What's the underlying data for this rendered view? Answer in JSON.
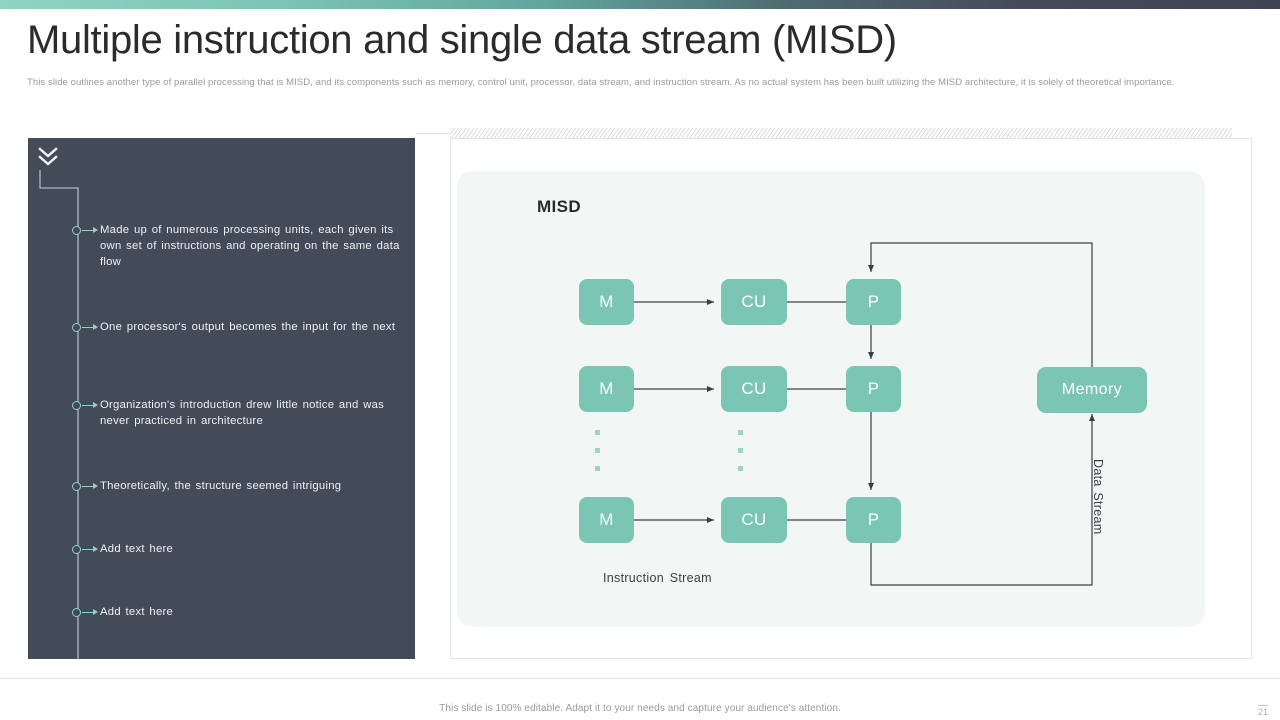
{
  "theme": {
    "accent_teal": "#7ac5b4",
    "accent_light_teal": "#8fd3c4",
    "panel_dark": "#434a58",
    "card_bg": "#f2f7f5",
    "text_dark": "#2b2b2b",
    "text_muted": "#9a9a9a"
  },
  "header": {
    "title": "Multiple instruction and single data stream (MISD)",
    "subtitle": "This slide outlines another type of parallel processing that is MISD,  and its components such as memory, control unit, processor, data stream, and instruction stream. As no actual system has been built utilizing the MISD architecture, it is solely of theoretical importance."
  },
  "sidebar": {
    "collapse_icon": "chevron-double-down-icon",
    "bullets": [
      {
        "text": "Made up of numerous processing units, each given its own set of instructions and operating on the same data flow"
      },
      {
        "text": "One processor's output becomes the input for the next"
      },
      {
        "text": "Organization's introduction drew little notice and was never practiced in architecture"
      },
      {
        "text": "Theoretically, the structure seemed intriguing"
      },
      {
        "text": "Add text here"
      },
      {
        "text": "Add text here"
      }
    ]
  },
  "diagram": {
    "title": "MISD",
    "memory_label": "Memory",
    "instruction_stream_label": "Instruction  Stream",
    "data_stream_label": "Data Stream",
    "rows": [
      {
        "memory": "M",
        "control_unit": "CU",
        "processor": "P"
      },
      {
        "memory": "M",
        "control_unit": "CU",
        "processor": "P"
      },
      {
        "memory": "M",
        "control_unit": "CU",
        "processor": "P"
      }
    ],
    "ellipsis_dot_count": 3
  },
  "footer": {
    "note": "This slide is 100% editable. Adapt it to your needs and capture your audience's attention.",
    "page_number": "21"
  }
}
